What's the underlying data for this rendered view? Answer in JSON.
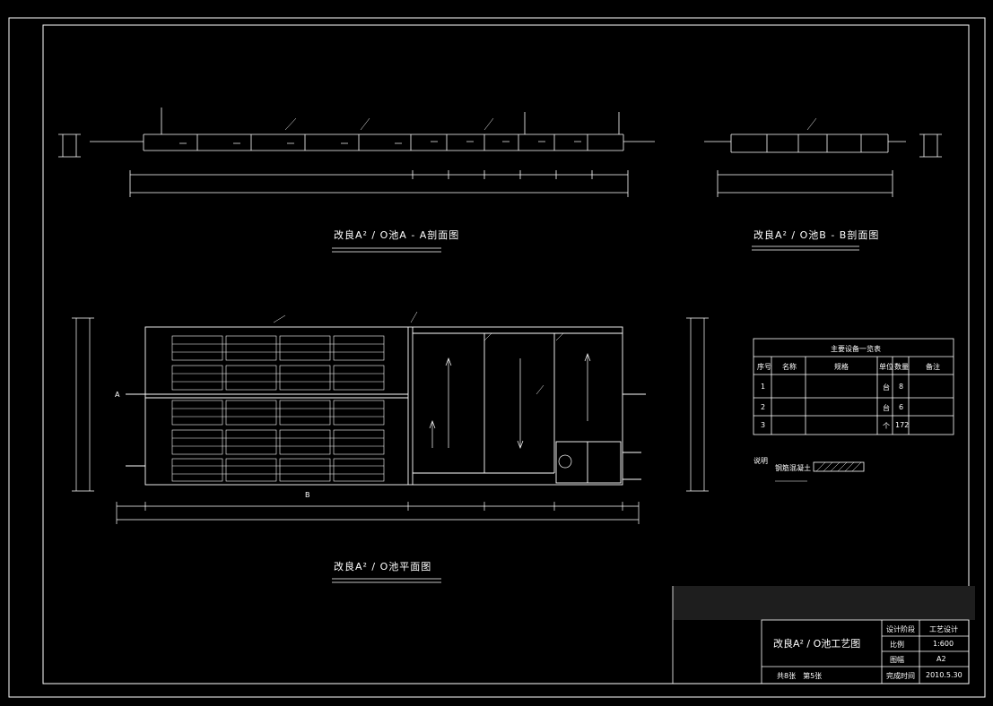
{
  "section_aa": {
    "title": "改良A² / O池A - A剖面图"
  },
  "section_bb": {
    "title": "改良A² / O池B - B剖面图"
  },
  "plan": {
    "title": "改良A² / O池平面图",
    "marker_a": "A",
    "marker_b": "B"
  },
  "equipment_table": {
    "title": "主要设备一览表",
    "headers": [
      "序号",
      "名称",
      "规格",
      "单位",
      "数量",
      "备注"
    ],
    "rows": [
      [
        "1",
        "",
        "",
        "台",
        "8",
        ""
      ],
      [
        "2",
        "",
        "",
        "台",
        "6",
        ""
      ],
      [
        "3",
        "",
        "",
        "个",
        "172",
        ""
      ]
    ]
  },
  "legend": {
    "label1": "说明",
    "label2": "钢筋混凝土"
  },
  "title_block": {
    "drawing_name": "改良A² / O池工艺图",
    "sheet_info": "共8张　第5张",
    "rows": [
      {
        "label": "设计阶段",
        "value": "工艺设计"
      },
      {
        "label": "比例",
        "value": "1:600"
      },
      {
        "label": "图幅",
        "value": "A2"
      },
      {
        "label": "完成时间",
        "value": "2010.5.30"
      }
    ]
  },
  "colors": {
    "line": "#ffffff",
    "background": "#000000"
  }
}
